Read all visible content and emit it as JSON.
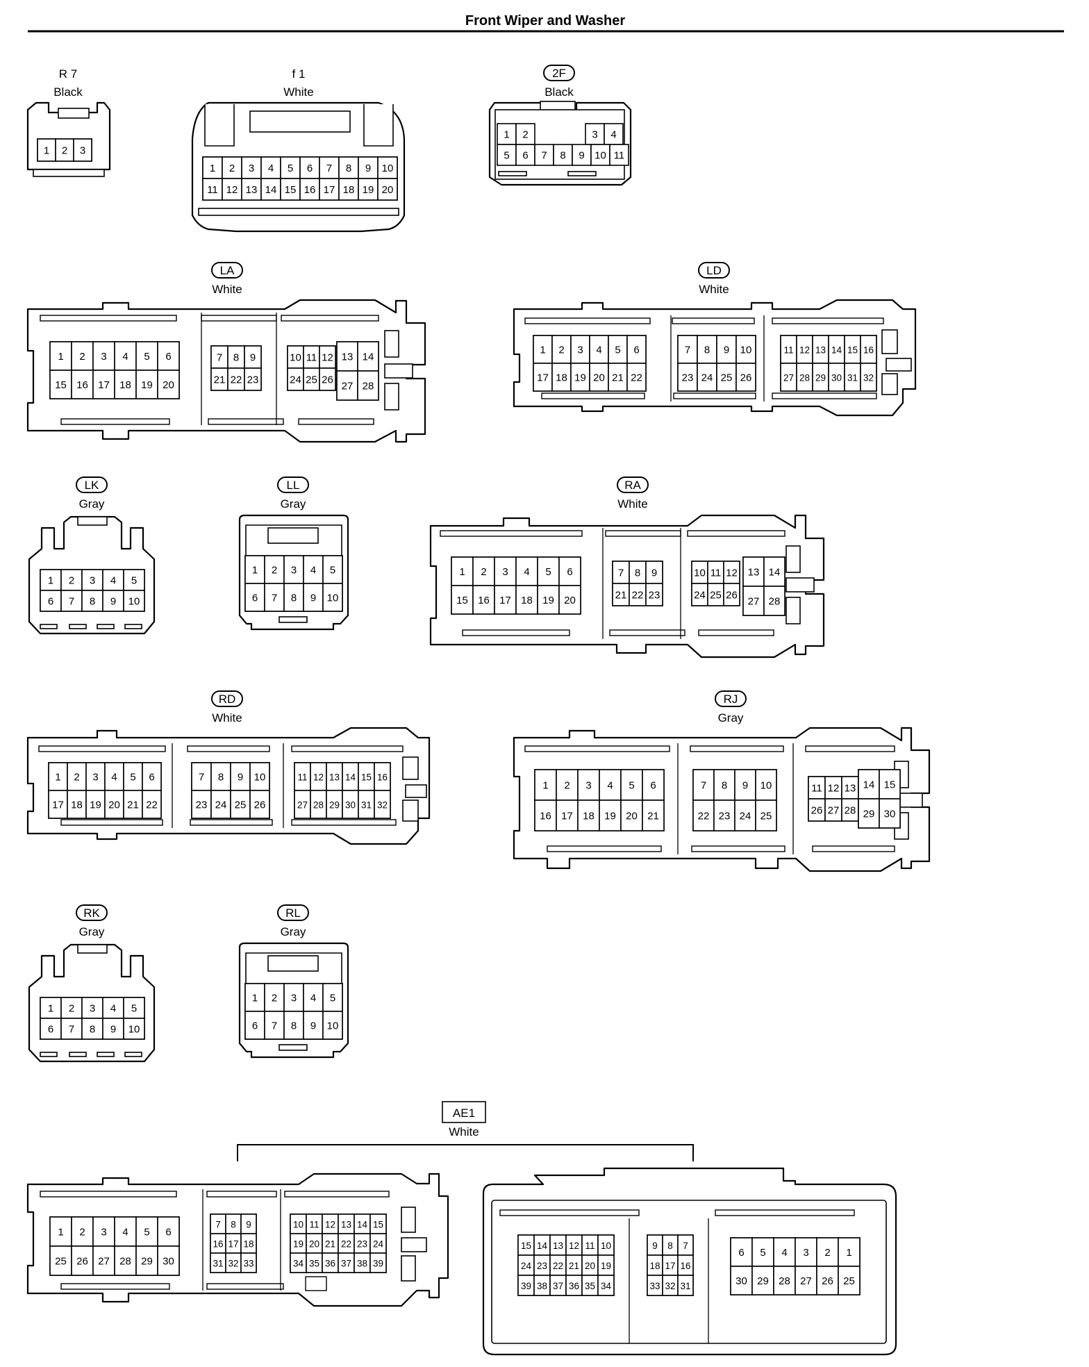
{
  "title": "Front Wiper and Washer",
  "connectors": {
    "r7": {
      "code": "R 7",
      "color": "Black",
      "rows": [
        [
          "1",
          "2",
          "3"
        ]
      ]
    },
    "f1": {
      "code": "f 1",
      "color": "White",
      "rows": [
        [
          "1",
          "2",
          "3",
          "4",
          "5",
          "6",
          "7",
          "8",
          "9",
          "10"
        ],
        [
          "11",
          "12",
          "13",
          "14",
          "15",
          "16",
          "17",
          "18",
          "19",
          "20"
        ]
      ]
    },
    "c2f": {
      "code": "2F",
      "color": "Black",
      "rows": [
        [
          "1",
          "2",
          "3",
          "4"
        ],
        [
          "5",
          "6",
          "7",
          "8",
          "9",
          "10",
          "11"
        ]
      ]
    },
    "la": {
      "code": "LA",
      "color": "White"
    },
    "ld": {
      "code": "LD",
      "color": "White"
    },
    "lk": {
      "code": "LK",
      "color": "Gray"
    },
    "ll": {
      "code": "LL",
      "color": "Gray"
    },
    "ra": {
      "code": "RA",
      "color": "White"
    },
    "rd": {
      "code": "RD",
      "color": "White"
    },
    "rj": {
      "code": "RJ",
      "color": "Gray"
    },
    "rk": {
      "code": "RK",
      "color": "Gray"
    },
    "rl": {
      "code": "RL",
      "color": "Gray"
    },
    "ae1": {
      "code": "AE1",
      "color": "White"
    }
  },
  "pin_groups": {
    "la": [
      [
        [
          "1",
          "2",
          "3",
          "4",
          "5",
          "6"
        ],
        [
          "15",
          "16",
          "17",
          "18",
          "19",
          "20"
        ]
      ],
      [
        [
          "7",
          "8",
          "9"
        ],
        [
          "21",
          "22",
          "23"
        ]
      ],
      [
        [
          "10",
          "11",
          "12"
        ],
        [
          "24",
          "25",
          "26"
        ]
      ],
      [
        [
          "13",
          "14"
        ],
        [
          "27",
          "28"
        ]
      ]
    ],
    "ld": [
      [
        [
          "1",
          "2",
          "3",
          "4",
          "5",
          "6"
        ],
        [
          "17",
          "18",
          "19",
          "20",
          "21",
          "22"
        ]
      ],
      [
        [
          "7",
          "8",
          "9",
          "10"
        ],
        [
          "23",
          "24",
          "25",
          "26"
        ]
      ],
      [
        [
          "11",
          "12",
          "13",
          "14",
          "15",
          "16"
        ],
        [
          "27",
          "28",
          "29",
          "30",
          "31",
          "32"
        ]
      ]
    ],
    "lk": [
      [
        [
          "1",
          "2",
          "3",
          "4",
          "5"
        ],
        [
          "6",
          "7",
          "8",
          "9",
          "10"
        ]
      ]
    ],
    "ll": [
      [
        [
          "1",
          "2",
          "3",
          "4",
          "5"
        ],
        [
          "6",
          "7",
          "8",
          "9",
          "10"
        ]
      ]
    ],
    "ra": [
      [
        [
          "1",
          "2",
          "3",
          "4",
          "5",
          "6"
        ],
        [
          "15",
          "16",
          "17",
          "18",
          "19",
          "20"
        ]
      ],
      [
        [
          "7",
          "8",
          "9"
        ],
        [
          "21",
          "22",
          "23"
        ]
      ],
      [
        [
          "10",
          "11",
          "12"
        ],
        [
          "24",
          "25",
          "26"
        ]
      ],
      [
        [
          "13",
          "14"
        ],
        [
          "27",
          "28"
        ]
      ]
    ],
    "rd": [
      [
        [
          "1",
          "2",
          "3",
          "4",
          "5",
          "6"
        ],
        [
          "17",
          "18",
          "19",
          "20",
          "21",
          "22"
        ]
      ],
      [
        [
          "7",
          "8",
          "9",
          "10"
        ],
        [
          "23",
          "24",
          "25",
          "26"
        ]
      ],
      [
        [
          "11",
          "12",
          "13",
          "14",
          "15",
          "16"
        ],
        [
          "27",
          "28",
          "29",
          "30",
          "31",
          "32"
        ]
      ]
    ],
    "rj": [
      [
        [
          "1",
          "2",
          "3",
          "4",
          "5",
          "6"
        ],
        [
          "16",
          "17",
          "18",
          "19",
          "20",
          "21"
        ]
      ],
      [
        [
          "7",
          "8",
          "9",
          "10"
        ],
        [
          "22",
          "23",
          "24",
          "25"
        ]
      ],
      [
        [
          "11",
          "12",
          "13"
        ],
        [
          "26",
          "27",
          "28"
        ]
      ],
      [
        [
          "14",
          "15"
        ],
        [
          "29",
          "30"
        ]
      ]
    ],
    "rk": [
      [
        [
          "1",
          "2",
          "3",
          "4",
          "5"
        ],
        [
          "6",
          "7",
          "8",
          "9",
          "10"
        ]
      ]
    ],
    "rl": [
      [
        [
          "1",
          "2",
          "3",
          "4",
          "5"
        ],
        [
          "6",
          "7",
          "8",
          "9",
          "10"
        ]
      ]
    ],
    "ae1_left": [
      [
        [
          "1",
          "2",
          "3",
          "4",
          "5",
          "6"
        ],
        [
          "25",
          "26",
          "27",
          "28",
          "29",
          "30"
        ]
      ],
      [
        [
          "7",
          "8",
          "9"
        ],
        [
          "16",
          "17",
          "18"
        ],
        [
          "31",
          "32",
          "33"
        ]
      ],
      [
        [
          "10",
          "11",
          "12",
          "13",
          "14",
          "15"
        ],
        [
          "19",
          "20",
          "21",
          "22",
          "23",
          "24"
        ],
        [
          "34",
          "35",
          "36",
          "37",
          "38",
          "39"
        ]
      ]
    ],
    "ae1_right": [
      [
        [
          "15",
          "14",
          "13",
          "12",
          "11",
          "10"
        ],
        [
          "24",
          "23",
          "22",
          "21",
          "20",
          "19"
        ],
        [
          "39",
          "38",
          "37",
          "36",
          "35",
          "34"
        ]
      ],
      [
        [
          "9",
          "8",
          "7"
        ],
        [
          "18",
          "17",
          "16"
        ],
        [
          "33",
          "32",
          "31"
        ]
      ],
      [
        [
          "6",
          "5",
          "4",
          "3",
          "2",
          "1"
        ],
        [
          "30",
          "29",
          "28",
          "27",
          "26",
          "25"
        ]
      ]
    ]
  }
}
